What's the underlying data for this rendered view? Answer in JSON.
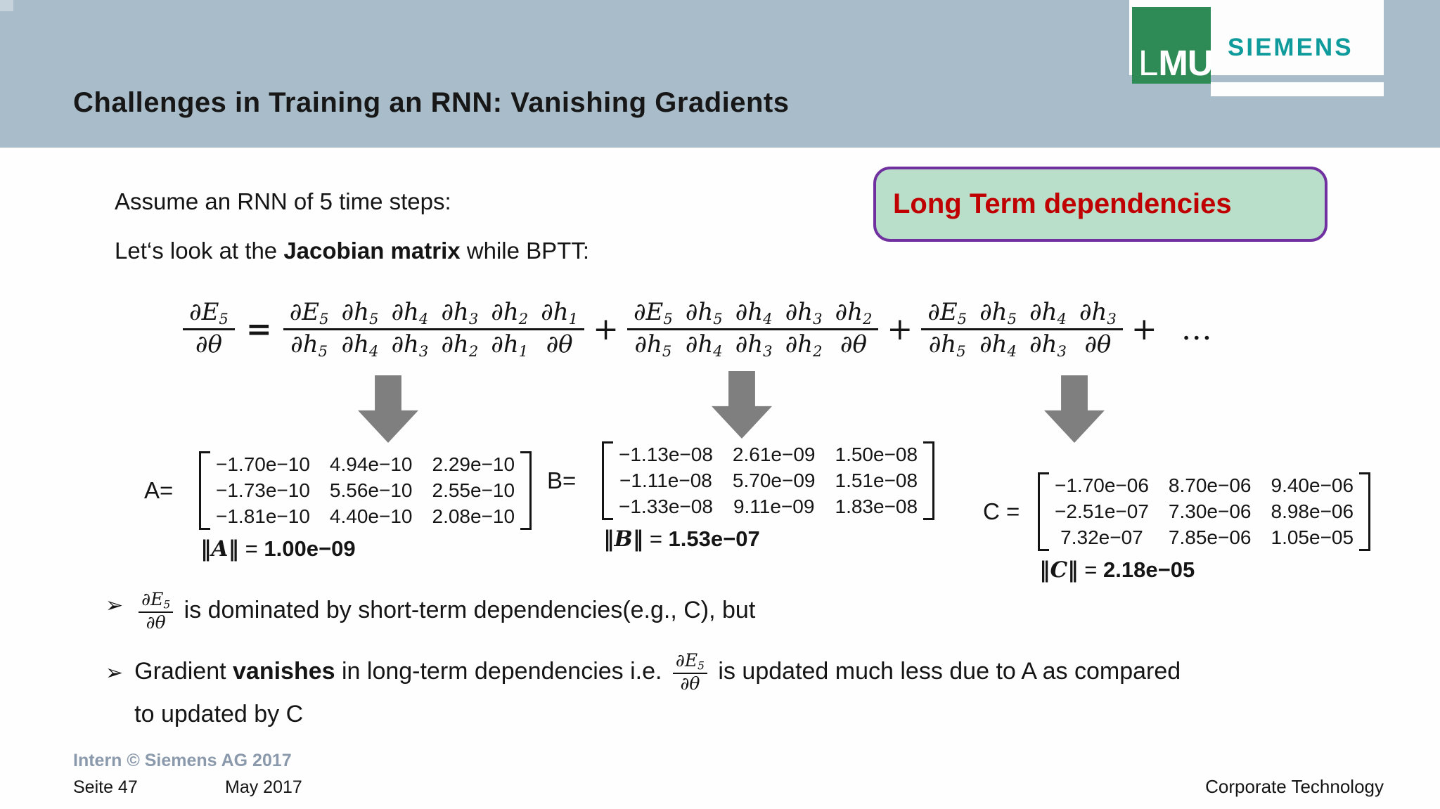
{
  "colors": {
    "header_bg": "#a9bcca",
    "lmu_green": "#2e8b55",
    "siemens_teal": "#0f9b9b",
    "callout_bg": "#b9dfca",
    "callout_border": "#7030a0",
    "callout_text": "#c00000",
    "arrow_gray": "#7f7f7f",
    "footer_gray": "#8a99ab"
  },
  "header": {
    "title": "Challenges in Training an RNN: Vanishing Gradients",
    "lmu_l": "L",
    "lmu_mu": "MU",
    "siemens": "SIEMENS"
  },
  "callout": {
    "label": "Long Term dependencies"
  },
  "intro": {
    "line1": "Assume an RNN of 5 time steps:",
    "line2_pre": "Let‘s look at the ",
    "line2_bold": "Jacobian matrix",
    "line2_post": " while BPTT:"
  },
  "equation": {
    "lhs": {
      "n": "∂E",
      "ns": "5",
      "d": "∂θ",
      "ds": ""
    },
    "equals": "=",
    "plus": "+",
    "ellipsis": "…",
    "groups": [
      [
        {
          "n": "∂E",
          "ns": "5",
          "d": "∂h",
          "ds": "5"
        },
        {
          "n": "∂h",
          "ns": "5",
          "d": "∂h",
          "ds": "4"
        },
        {
          "n": "∂h",
          "ns": "4",
          "d": "∂h",
          "ds": "3"
        },
        {
          "n": "∂h",
          "ns": "3",
          "d": "∂h",
          "ds": "2"
        },
        {
          "n": "∂h",
          "ns": "2",
          "d": "∂h",
          "ds": "1"
        },
        {
          "n": "∂h",
          "ns": "1",
          "d": "∂θ",
          "ds": ""
        }
      ],
      [
        {
          "n": "∂E",
          "ns": "5",
          "d": "∂h",
          "ds": "5"
        },
        {
          "n": "∂h",
          "ns": "5",
          "d": "∂h",
          "ds": "4"
        },
        {
          "n": "∂h",
          "ns": "4",
          "d": "∂h",
          "ds": "3"
        },
        {
          "n": "∂h",
          "ns": "3",
          "d": "∂h",
          "ds": "2"
        },
        {
          "n": "∂h",
          "ns": "2",
          "d": "∂θ",
          "ds": ""
        }
      ],
      [
        {
          "n": "∂E",
          "ns": "5",
          "d": "∂h",
          "ds": "5"
        },
        {
          "n": "∂h",
          "ns": "5",
          "d": "∂h",
          "ds": "4"
        },
        {
          "n": "∂h",
          "ns": "4",
          "d": "∂h",
          "ds": "3"
        },
        {
          "n": "∂h",
          "ns": "3",
          "d": "∂θ",
          "ds": ""
        }
      ]
    ]
  },
  "matrices": [
    {
      "label": "A=",
      "rows": [
        [
          "−1.70e−10",
          "4.94e−10",
          "2.29e−10"
        ],
        [
          "−1.73e−10",
          "5.56e−10",
          "2.55e−10"
        ],
        [
          "−1.81e−10",
          "4.40e−10",
          "2.08e−10"
        ]
      ],
      "norm_label": "‖A‖",
      "norm_eq": "=",
      "norm_value": "1.00e−09"
    },
    {
      "label": "B=",
      "rows": [
        [
          "−1.13e−08",
          "2.61e−09",
          "1.50e−08"
        ],
        [
          "−1.11e−08",
          "5.70e−09",
          "1.51e−08"
        ],
        [
          "−1.33e−08",
          "9.11e−09",
          "1.83e−08"
        ]
      ],
      "norm_label": "‖B‖",
      "norm_eq": "=",
      "norm_value": "1.53e−07"
    },
    {
      "label": "C =",
      "rows": [
        [
          "−1.70e−06",
          "8.70e−06",
          "9.40e−06"
        ],
        [
          "−2.51e−07",
          "7.30e−06",
          "8.98e−06"
        ],
        [
          "7.32e−07",
          "7.85e−06",
          "1.05e−05"
        ]
      ],
      "norm_label": "‖C‖",
      "norm_eq": "=",
      "norm_value": "2.18e−05"
    }
  ],
  "bullets": [
    {
      "marker": "➢",
      "segments": [
        {
          "t": "frac",
          "n": "∂E",
          "ns": "5",
          "d": "∂θ",
          "ds": ""
        },
        {
          "t": "text",
          "v": " is dominated by short-term dependencies(e.g., C), but"
        }
      ]
    },
    {
      "marker": "➢",
      "segments": [
        {
          "t": "text",
          "v": "Gradient "
        },
        {
          "t": "bold",
          "v": "vanishes"
        },
        {
          "t": "text",
          "v": " in long-term dependencies i.e. "
        },
        {
          "t": "frac",
          "n": "∂E",
          "ns": "5",
          "d": "∂θ",
          "ds": ""
        },
        {
          "t": "text",
          "v": " is updated much less due to A as compared"
        },
        {
          "t": "break"
        },
        {
          "t": "text",
          "v": "to updated by C"
        }
      ]
    }
  ],
  "footer": {
    "classification": "Intern © Siemens AG 2017",
    "page": "Seite 47",
    "date": "May 2017",
    "right": "Corporate Technology"
  }
}
